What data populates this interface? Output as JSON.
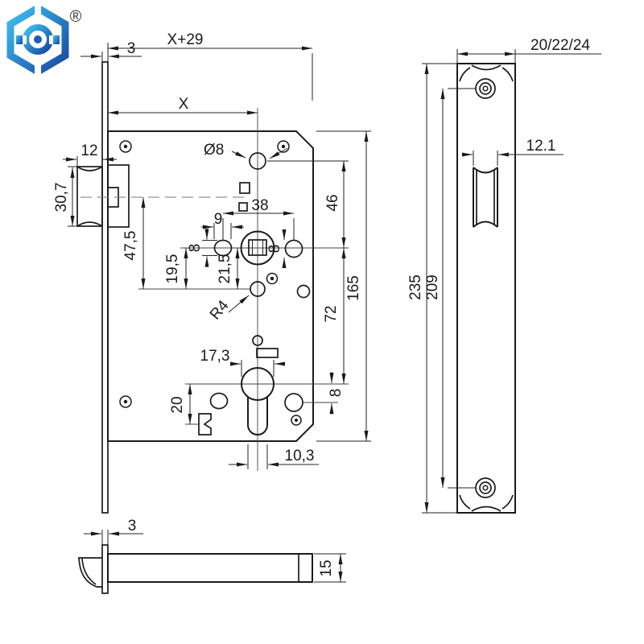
{
  "drawing": {
    "logo": {
      "registered_mark": "®"
    },
    "front_view": {
      "dim_total_depth": "X+29",
      "dim_plate_thickness": "3",
      "dim_backset": "X",
      "dim_latch_width": "12",
      "dim_latch_height": "30,7",
      "dim_latch_to_aux": "47,5",
      "dim_hole_to_aux": "19,5",
      "dim_hole_width": "9",
      "dim_hole_height_left": "8",
      "dim_hub_holes_span": "38",
      "dim_hub_to_aux": "21,5",
      "dim_top_hole_dia": "Ø8",
      "dim_hole_height_right": "8",
      "dim_top_hole_to_hub": "46",
      "dim_case_height": "165",
      "dim_hub_to_cylinder": "72",
      "dim_cylinder_to_hole": "8",
      "dim_aux_radius": "R4",
      "dim_cylinder_width": "17,3",
      "dim_cylinder_to_notch": "20",
      "dim_keyway_width": "10,3"
    },
    "faceplate_view": {
      "dim_plate_width_options": "20/22/24",
      "dim_latch_cutout_width": "12.1",
      "dim_plate_height": "235",
      "dim_screw_spacing": "209"
    },
    "latch_view": {
      "dim_plate_thickness": "3",
      "dim_latch_thickness": "15"
    }
  }
}
